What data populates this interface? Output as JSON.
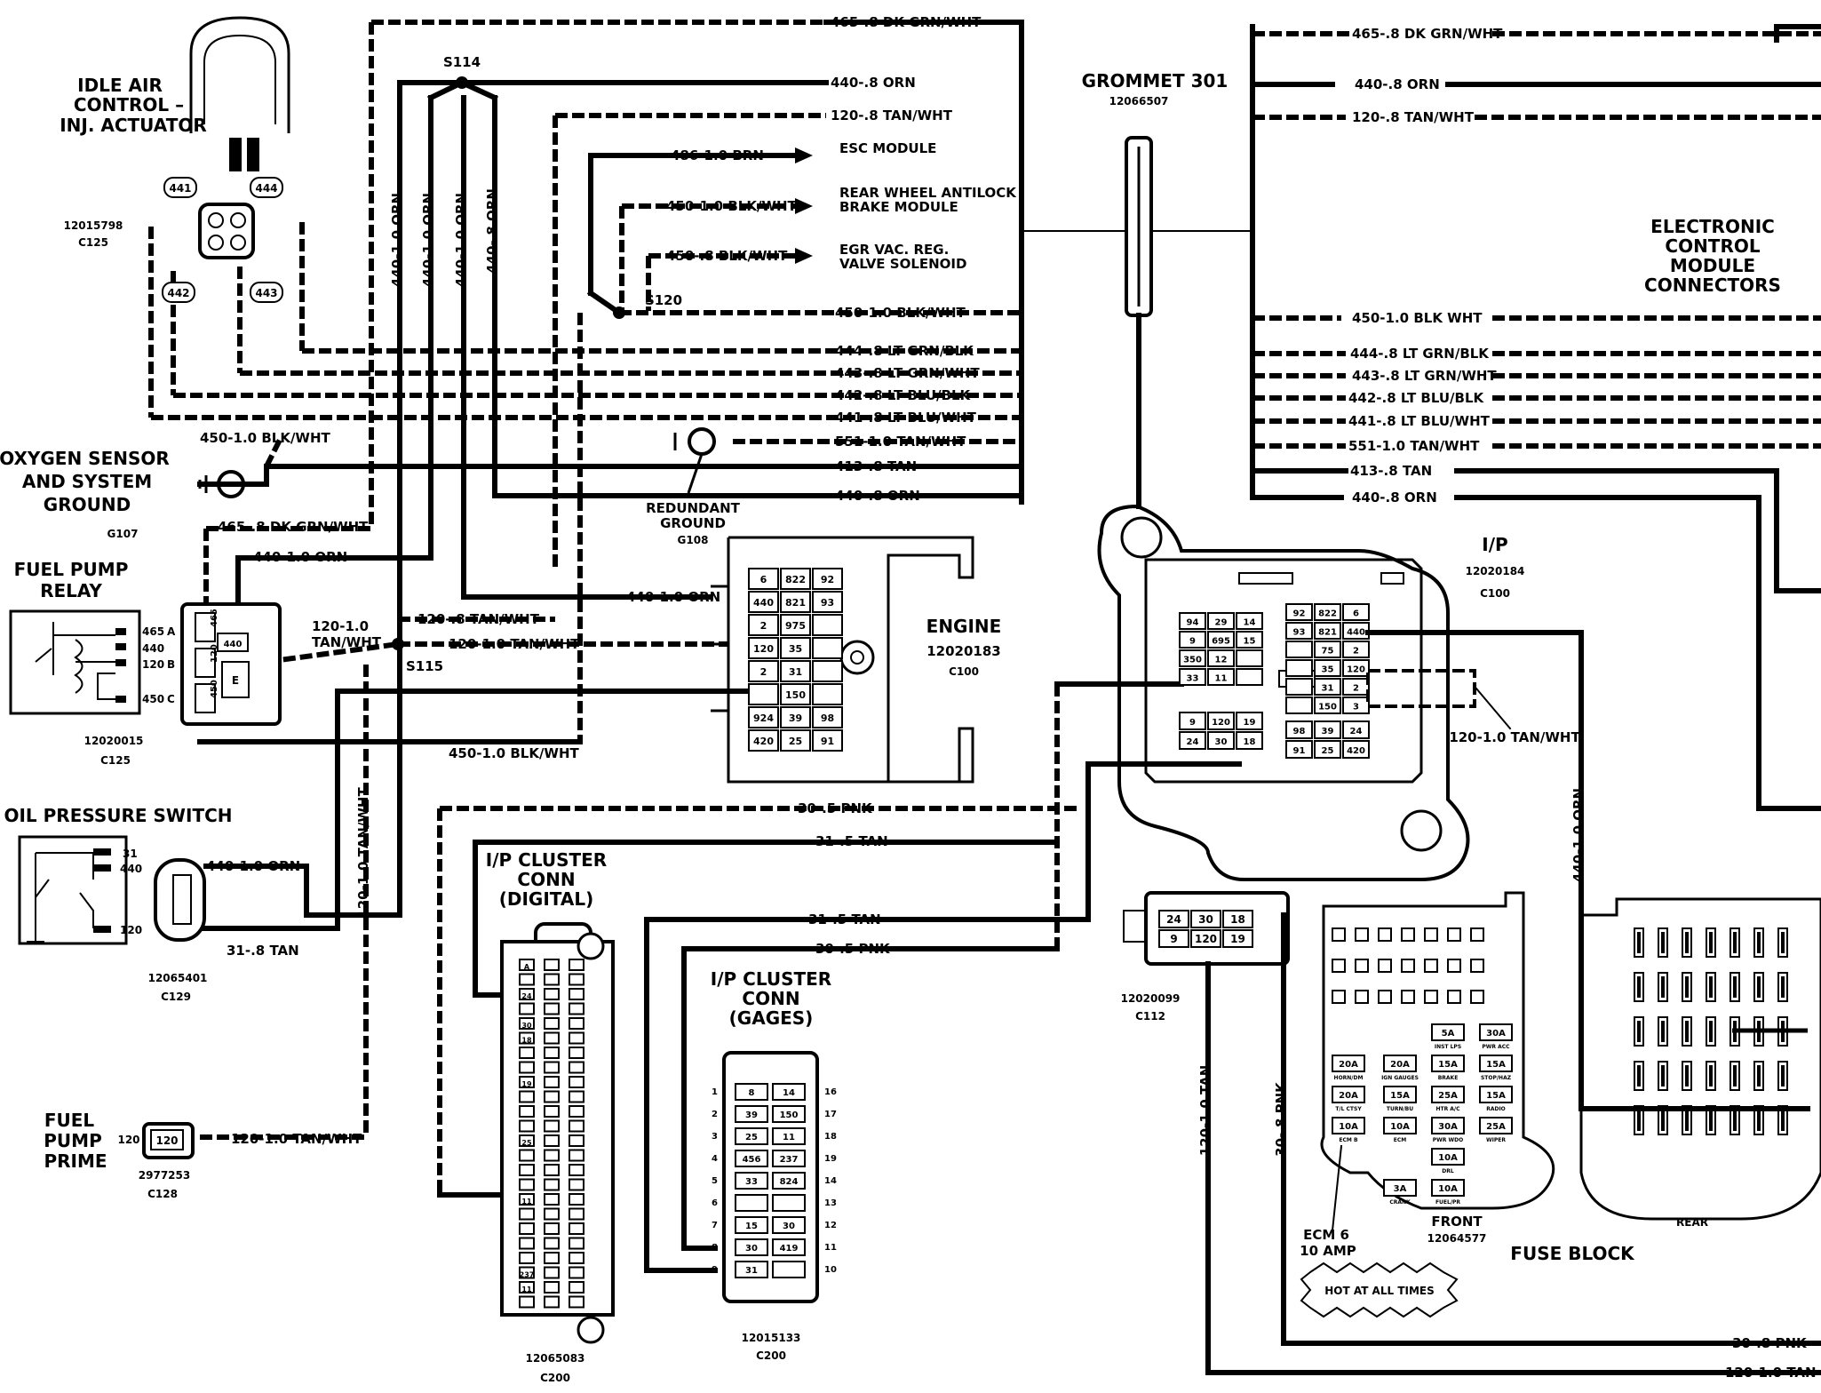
{
  "titles": {
    "iac_1": "IDLE AIR",
    "iac_2": "CONTROL –",
    "iac_3": "INJ. ACTUATOR",
    "o2_1": "OXYGEN SENSOR",
    "o2_2": "AND SYSTEM",
    "o2_3": "GROUND",
    "fpr_1": "FUEL PUMP",
    "fpr_2": "RELAY",
    "ops": "OIL PRESSURE SWITCH",
    "fpp_1": "FUEL",
    "fpp_2": "PUMP",
    "fpp_3": "PRIME",
    "grommet": "GROMMET 301",
    "ecm_1": "ELECTRONIC",
    "ecm_2": "CONTROL",
    "ecm_3": "MODULE",
    "ecm_4": "CONNECTORS",
    "engine": "ENGINE",
    "ip": "I/P",
    "clusterd_1": "I/P CLUSTER",
    "clusterd_2": "CONN",
    "clusterd_3": "(DIGITAL)",
    "clusterg_1": "I/P CLUSTER",
    "clusterg_2": "CONN",
    "clusterg_3": "(GAGES)",
    "fuse_block": "FUSE BLOCK",
    "front": "FRONT",
    "rear": "REAR",
    "ecm6_1": "ECM 6",
    "ecm6_2": "10 AMP",
    "hot": "HOT AT ALL TIMES",
    "redundant_1": "REDUNDANT",
    "redundant_2": "GROUND",
    "esc": "ESC MODULE",
    "rwal_1": "REAR WHEEL ANTILOCK",
    "rwal_2": "BRAKE MODULE",
    "egr_1": "EGR VAC. REG.",
    "egr_2": "VALVE SOLENOID"
  },
  "parts": {
    "iac_part": "12015798",
    "iac_conn": "C125",
    "o2_ground": "G107",
    "relay_part": "12020015",
    "relay_conn": "C125",
    "ops_part": "12065401",
    "ops_conn": "C129",
    "fpp_part": "2977253",
    "fpp_conn": "C128",
    "grommet_part": "12066507",
    "engine_part": "12020183",
    "engine_conn": "C100",
    "ip_part": "12020184",
    "ip_conn": "C100",
    "clusterd_part": "12065083",
    "clusterd_conn": "C200",
    "clusterg_part": "12015133",
    "clusterg_conn": "C200",
    "c112_part": "12020099",
    "c112_conn": "C112",
    "front_part": "12064577",
    "redundant_ground": "G108"
  },
  "splices": {
    "s114": "S114",
    "s120": "S120",
    "s115": "S115"
  },
  "iac_pins": [
    "441",
    "444",
    "442",
    "443"
  ],
  "relay_pins": {
    "p465": "465",
    "p440": "440",
    "p120": "120",
    "p450": "450",
    "a": "A",
    "b": "B",
    "c": "C",
    "e": "E"
  },
  "ops_pins": [
    "31",
    "440",
    "120"
  ],
  "fpp_pin": "120",
  "wires_left": {
    "w465_dk_grn": "465-.8 DK GRN/WHT",
    "w440_orn": "440-.8 ORN",
    "w120_tan": "120-.8 TAN/WHT",
    "w486": "486-1.0 BRN",
    "w450_blk_1": "450-1.0 BLK/WHT",
    "w450_blk_8": "450-.8 BLK/WHT",
    "w450_blk_main": "450-1.0 BLK/WHT",
    "w444": "444-.8 LT GRN/BLK",
    "w443": "443-.8 LT GRN/WHT",
    "w442": "442-.8 LT BLU/BLK",
    "w441": "441-.8 LT BLU/WHT",
    "w551": "551-1.0 TAN/WHT",
    "w413": "413-.8 TAN",
    "w440_bottom": "440-.8 ORN",
    "w450_o2": "450-1.0 BLK/WHT",
    "w465_relay": "465-.8 DK GRN/WHT",
    "w440_relay": "440-1.0 ORN",
    "w440_engine": "440-1.0 ORN",
    "w120_tan_wht_8": "120-.8 TAN/WHT",
    "w120_tan_wht_1": "120-1.0 TAN/WHT",
    "w120_relay_1": "120-1.0",
    "w120_relay_2": "TAN/WHT",
    "w450_relay": "450-1.0 BLK/WHT",
    "w440_ops": "440-1.0 ORN",
    "w31_ops": "31-.8 TAN",
    "w120_vert": "120-1.0 TAN/WHT",
    "w120_fpp": "120-1.0 TAN/WHT",
    "w30_pnk_a": "30-.5 PNK",
    "w31_tan_a": "31-.5 TAN",
    "w31_tan_b": "31-.5 TAN",
    "w30_pnk_b": "30-.5 PNK",
    "v1": "440-1.0 ORN",
    "v2": "440-1.0 ORN",
    "v3": "440-1.0 ORN",
    "v4": "440-.8 ORN"
  },
  "wires_right": {
    "r465": "465-.8 DK GRN/WHT",
    "r440": "440-.8 ORN",
    "r120": "120-.8 TAN/WHT",
    "r450": "450-1.0 BLK WHT",
    "r444": "444-.8 LT GRN/BLK",
    "r443": "443-.8 LT GRN/WHT",
    "r442": "442-.8 LT BLU/BLK",
    "r441": "441-.8 LT BLU/WHT",
    "r551": "551-1.0 TAN/WHT",
    "r413": "413-.8 TAN",
    "r440b": "440-.8 ORN",
    "r120_ip": "120-1.0 TAN/WHT",
    "r440_vert": "440-1.0 ORN",
    "r120_vert": "120-1.0 TAN",
    "r30_vert": "30-.8 PNK",
    "r30_bottom": "30-.8 PNK",
    "r120_bottom": "120-1.0 TAN"
  },
  "engine_conn_cells": [
    [
      "6",
      "822",
      "92"
    ],
    [
      "440",
      "821",
      "93"
    ],
    [
      "2",
      "975",
      ""
    ],
    [
      "120",
      "35",
      ""
    ],
    [
      "2",
      "31",
      ""
    ],
    [
      "",
      "150",
      ""
    ],
    [
      "924",
      "39",
      "98"
    ],
    [
      "420",
      "25",
      "91"
    ]
  ],
  "ip_left_cells": [
    [
      "94",
      "29",
      "14"
    ],
    [
      "9",
      "695",
      "15"
    ],
    [
      "350",
      "12",
      ""
    ],
    [
      "33",
      "11",
      ""
    ]
  ],
  "ip_right_cells": [
    [
      "92",
      "822",
      "6"
    ],
    [
      "93",
      "821",
      "440"
    ],
    [
      "",
      "75",
      "2"
    ],
    [
      "",
      "35",
      "120"
    ],
    [
      "",
      "31",
      "2"
    ],
    [
      "",
      "150",
      "3"
    ]
  ],
  "ip_bottom_left": [
    [
      "9",
      "120",
      "19"
    ],
    [
      "24",
      "30",
      "18"
    ]
  ],
  "ip_bottom_right": [
    [
      "98",
      "39",
      "24"
    ],
    [
      "91",
      "25",
      "420"
    ]
  ],
  "c112_cells": [
    [
      "24",
      "30",
      "18"
    ],
    [
      "9",
      "120",
      "19"
    ]
  ],
  "gages_cells": [
    [
      "1",
      "8",
      "14",
      "16"
    ],
    [
      "2",
      "39",
      "150",
      "17"
    ],
    [
      "3",
      "25",
      "11",
      "18"
    ],
    [
      "4",
      "456",
      "237",
      "19"
    ],
    [
      "5",
      "33",
      "824",
      "14"
    ],
    [
      "6",
      "",
      "",
      "13"
    ],
    [
      "7",
      "15",
      "30",
      "12"
    ],
    [
      "8",
      "30",
      "419",
      "11"
    ],
    [
      "9",
      "31",
      "",
      "10"
    ]
  ],
  "digital_labels": [
    "A",
    "24",
    "30",
    "18",
    "19",
    "25",
    "11",
    "237",
    "11"
  ],
  "fuses": [
    {
      "r": "20A",
      "l": "HORN/DM"
    },
    {
      "r": "20A",
      "l": "IGN GAUGES"
    },
    {
      "r": "15A",
      "l": "BRAKE"
    },
    {
      "r": "15A",
      "l": "STOP/HAZ"
    },
    {
      "r": "20A",
      "l": "T/L CTSY"
    },
    {
      "r": "15A",
      "l": "TURN/BU"
    },
    {
      "r": "25A",
      "l": "HTR A/C"
    },
    {
      "r": "15A",
      "l": "RADIO"
    },
    {
      "r": "10A",
      "l": "ECM B"
    },
    {
      "r": "10A",
      "l": "ECM"
    },
    {
      "r": "30A",
      "l": "PWR WDO"
    },
    {
      "r": "25A",
      "l": "WIPER"
    },
    {
      "r": "5A",
      "l": "INST LPS"
    },
    {
      "r": "30A",
      "l": "PWR ACC"
    },
    {
      "r": "10A",
      "l": "DRL"
    },
    {
      "r": "3A",
      "l": "CRANK"
    },
    {
      "r": "10A",
      "l": "FUEL/PR"
    }
  ]
}
